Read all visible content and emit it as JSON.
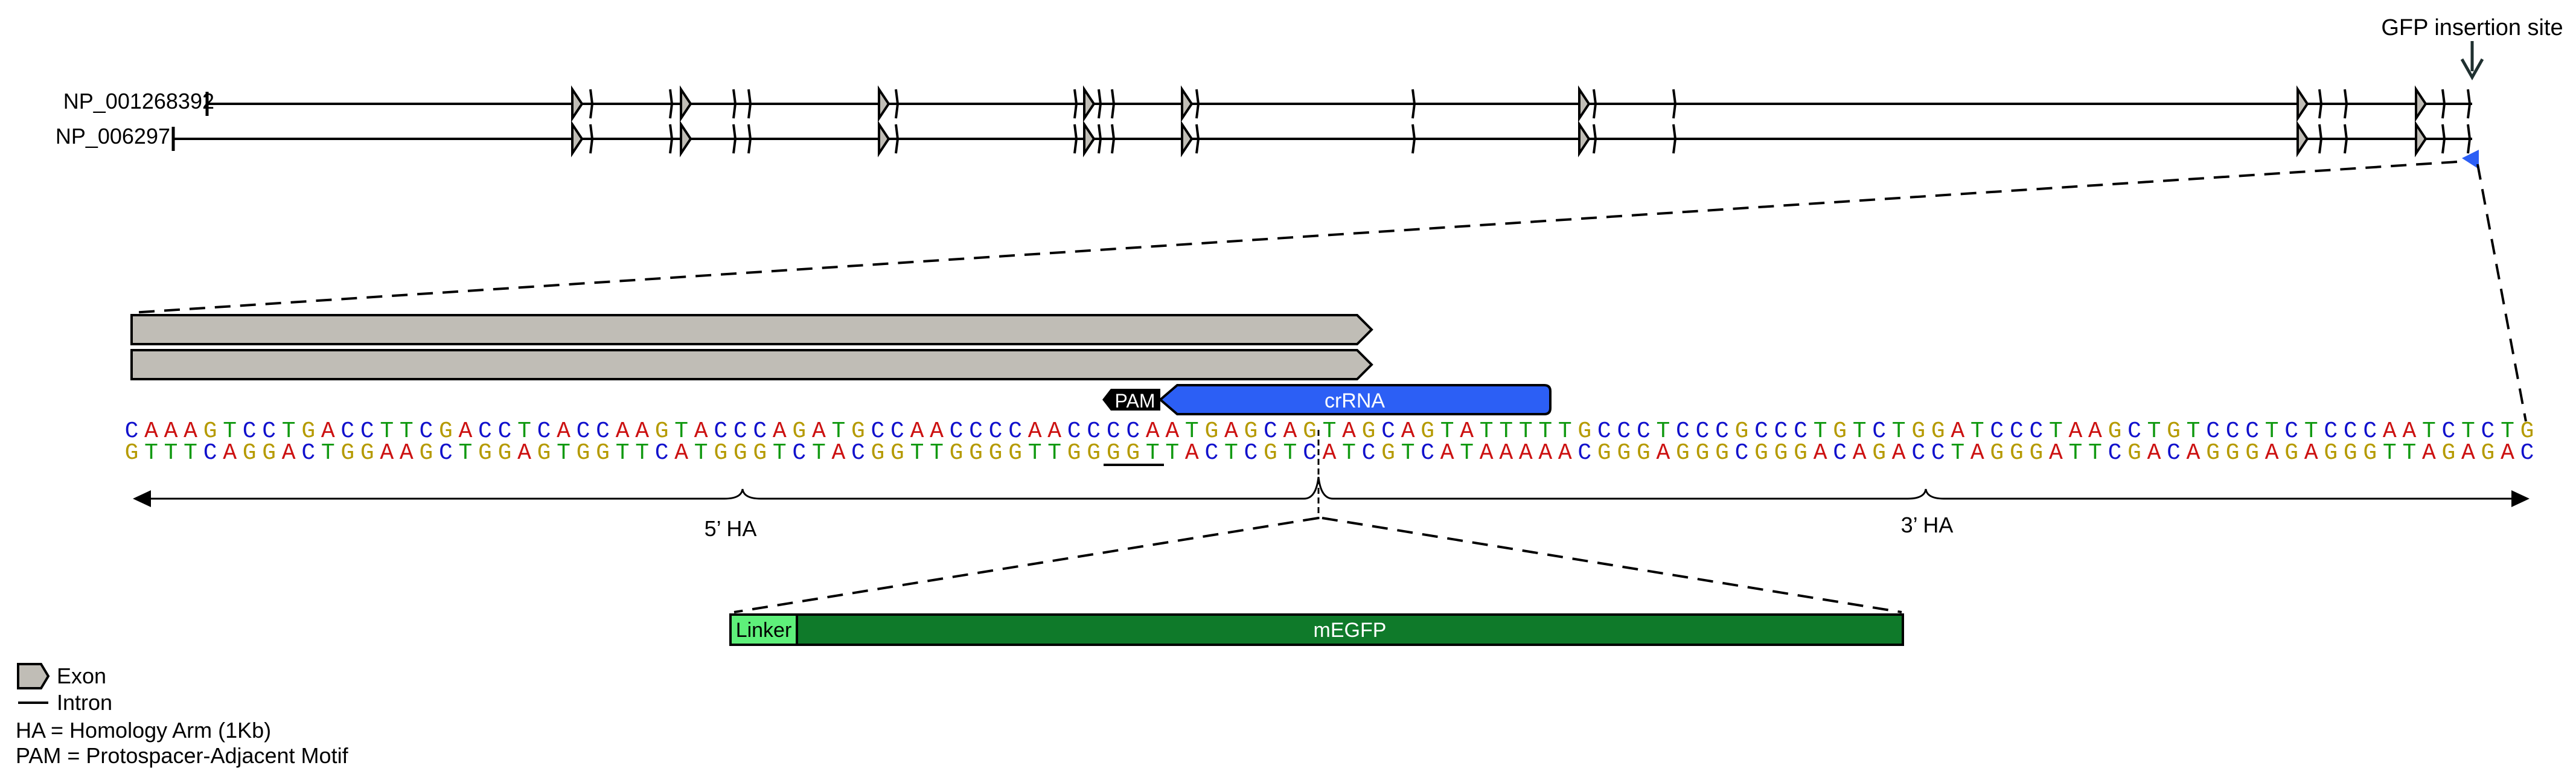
{
  "transcripts": [
    {
      "name": "NP_001268392"
    },
    {
      "name": "NP_006297"
    }
  ],
  "insertion_site_label": "GFP insertion site",
  "pam_label": "PAM",
  "crrna_label": "crRNA",
  "sequence_top": "CAAAGTCCTGACCTTCGACCTCACCAAGTACCCAGATGCCAACCCCAACCCCAATGAGCAGTAGCAGTATTTTTGCCCTCCCGCCCTGTCTGGATCCCTAAGCTGTCCCTCTCCCAATCTCTG",
  "sequence_bottom": "GTTTCAGGACTGGAAGCTGGAGTGGTTCATGGGTCTACGGTTGGGGTTGGGGTTACTCGTCATCGTCATAAAAACGGGAGGGCGGGACAGACCTAGGGATTCGACAGGGAGAGGGTTAGAGAC",
  "base_colors": {
    "A": "#cc1111",
    "C": "#1111cc",
    "G": "#b59a00",
    "T": "#119911"
  },
  "ha_left_label": "5’ HA",
  "ha_right_label": "3’ HA",
  "linker_label": "Linker",
  "megfp_label": "mEGFP",
  "legend": {
    "exon": "Exon",
    "intron": "Intron",
    "ha": "HA = Homology Arm (1Kb)",
    "pam": "PAM = Protospacer-Adjacent Motif"
  },
  "colors": {
    "exon_fill": "#c0bdb6",
    "crrna": "#2c5ff5",
    "linker": "#5ef07a",
    "megfp": "#0f7a2a",
    "insertion_marker": "#2c5ff5"
  }
}
